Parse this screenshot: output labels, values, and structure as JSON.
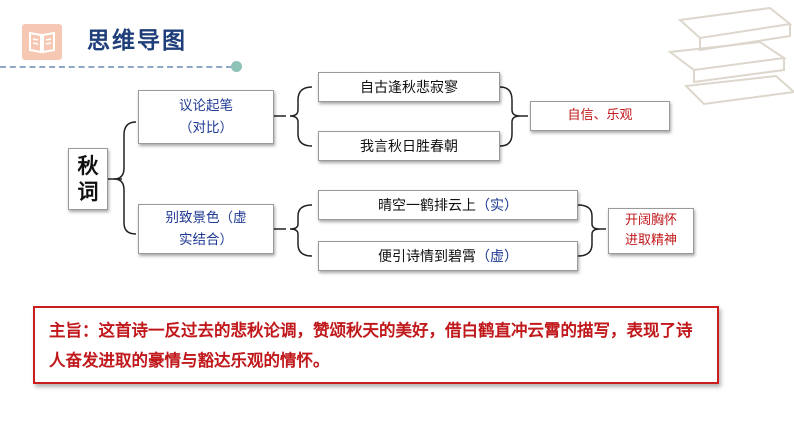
{
  "header": {
    "title": "思维导图",
    "icon": "book-icon"
  },
  "mindmap": {
    "root": [
      "秋",
      "词"
    ],
    "branches": [
      {
        "category": [
          "议论起笔",
          "（对比）"
        ],
        "items": [
          {
            "text": "自古逢秋悲寂寥"
          },
          {
            "text": "我言秋日胜春朝"
          }
        ],
        "conclusion": [
          "自信、乐观"
        ]
      },
      {
        "category": [
          "别致景色（虚",
          "实结合）"
        ],
        "items": [
          {
            "text": "晴空一鹤排云上",
            "tag": "（实）"
          },
          {
            "text": "便引诗情到碧霄",
            "tag": "（虚）"
          }
        ],
        "conclusion": [
          "开阔胸怀",
          "进取精神"
        ]
      }
    ]
  },
  "theme": {
    "label": "主旨：",
    "text": "这首诗一反过去的悲秋论调，赞颂秋天的美好，借白鹤直冲云霄的描写，表现了诗人奋发进取的豪情与豁达乐观的情怀。"
  },
  "colors": {
    "title": "#1f3f7a",
    "category": "#1f3a93",
    "emphasis": "#c0181b",
    "icon_bg": "#f6c8b4"
  }
}
